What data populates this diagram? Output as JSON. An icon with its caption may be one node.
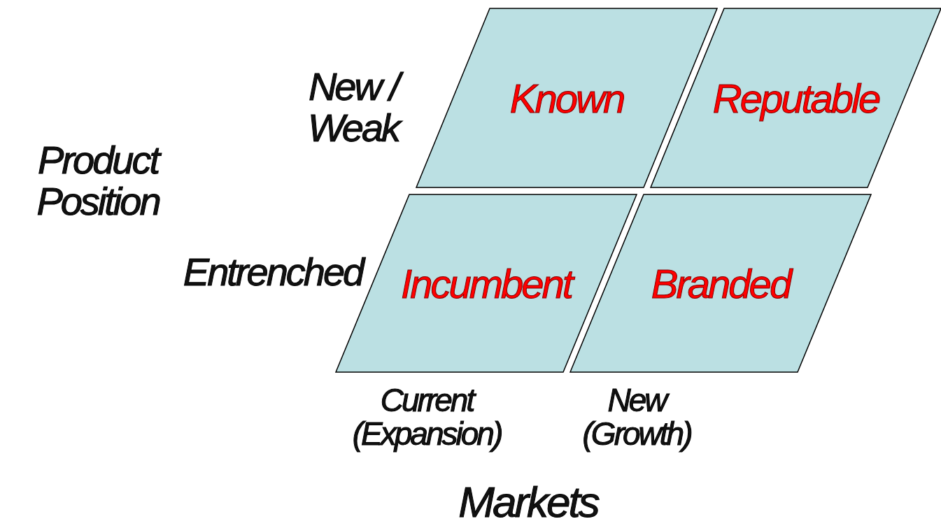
{
  "diagram": {
    "nodes": [
      {
        "text": [
          "Known"
        ]
      },
      {
        "text": [
          "Reputable"
        ]
      },
      {
        "text": [
          "Incumbent"
        ]
      },
      {
        "text": [
          "Branded"
        ]
      }
    ],
    "edges": [],
    "labels": [
      "New / Weak",
      "Product Position",
      "Entrenched",
      "Current (Expansion)",
      "New (Growth)",
      "Markets"
    ]
  }
}
